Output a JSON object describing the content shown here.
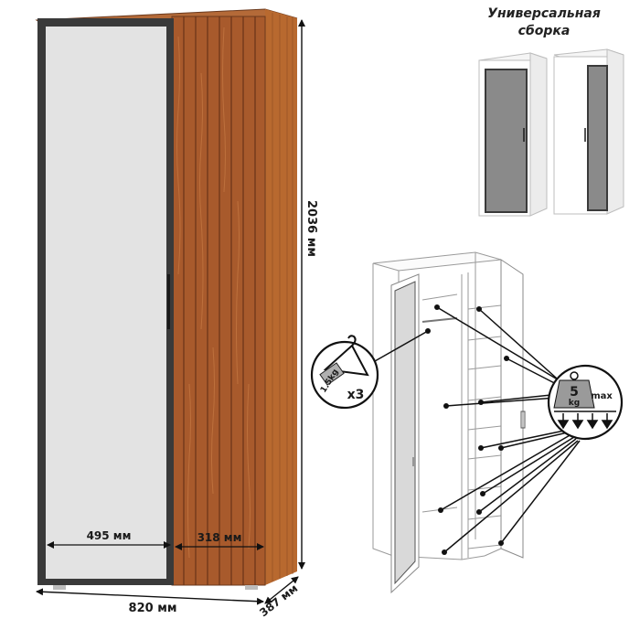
{
  "caption": {
    "line1": "Универсальная",
    "line2": "сборка"
  },
  "dimensions": {
    "height": "2036 мм",
    "width": "820 мм",
    "depth": "387 мм",
    "mirror_section_width": "495 мм",
    "wood_section_width": "318 мм"
  },
  "load_badges": {
    "hanger_weight": "1.5kg",
    "hanger_count": "x3",
    "shelf_weight_value": "5",
    "shelf_weight_unit": "kg",
    "shelf_weight_max": "max"
  },
  "colors": {
    "wood": "#a85a2c",
    "wood_dark": "#7a3d1c",
    "mirror": "#e3e3e3",
    "frame": "#3a3a3a",
    "badge_gray": "#9a9a9a",
    "line": "#111111"
  }
}
